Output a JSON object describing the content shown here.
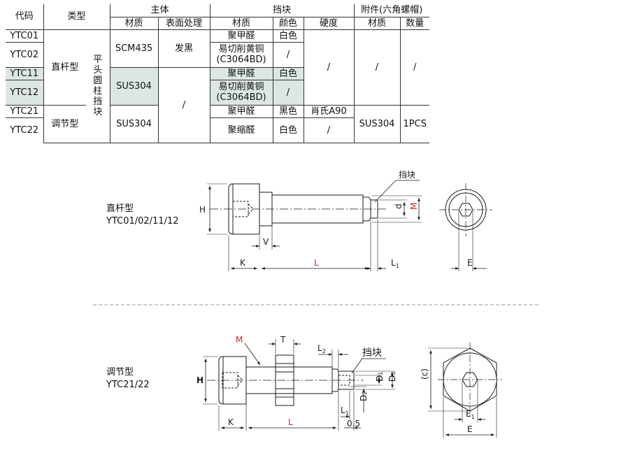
{
  "table": {
    "headers": {
      "code": "代码",
      "type": "类型",
      "body": "主体",
      "stopper": "挡块",
      "accessory": "附件(六角螺帽)",
      "body_material": "材质",
      "surface_treatment": "表面处理",
      "stopper_material": "材质",
      "color": "颜色",
      "hardness": "硬度",
      "accessory_material": "材质",
      "quantity": "数量"
    },
    "codes": [
      "YTC01",
      "YTC02",
      "YTC11",
      "YTC12",
      "YTC21",
      "YTC22"
    ],
    "type_straight": "直杆型",
    "type_adjust": "调节型",
    "category_chars": [
      "平",
      "头",
      "圆",
      "柱",
      "挡",
      "块"
    ],
    "scm435": "SCM435",
    "black_finish": "发黑",
    "sus304_a": "SUS304",
    "sus304_b": "SUS304",
    "slash": "/",
    "pom": "聚甲醛",
    "white": "白色",
    "black": "黑色",
    "brass_line1": "易切削黄铜",
    "brass_line2": "(C3064BD)",
    "hardness_a90": "肖氏A90",
    "pom_acetal": "聚缩醛",
    "acc_sus304": "SUS304",
    "pcs": "1PCS"
  },
  "figure1": {
    "caption_line1": "直杆型",
    "caption_line2": "YTC01/02/11/12",
    "label_H": "H",
    "label_d": "d",
    "label_M": "M",
    "label_V": "V",
    "label_K": "K",
    "label_L": "L",
    "label_L1": "L",
    "label_L1_sub": "1",
    "label_E": "E",
    "label_stopper": "挡块"
  },
  "figure2": {
    "caption_line1": "调节型",
    "caption_line2": "YTC21/22",
    "label_M": "M",
    "label_T": "T",
    "label_L2": "L",
    "label_L2_sub": "2",
    "label_stopper": "挡块",
    "label_H": "H",
    "label_D1": "D",
    "label_D1_sub": "1",
    "label_D3": "D",
    "label_D3_sub": "3",
    "label_D2": "D",
    "label_D2_sub": "2",
    "label_L1": "L",
    "label_L1_sub": "1",
    "label_05": "0.5",
    "label_K": "K",
    "label_L": "L",
    "label_c": "(c)",
    "label_E1": "E",
    "label_E1_sub": "1",
    "label_E": "E"
  },
  "colors": {
    "line": "#1a1a1a",
    "accent_red": "#d9261c",
    "shade": "#dde7e1",
    "dash": "#999999"
  }
}
